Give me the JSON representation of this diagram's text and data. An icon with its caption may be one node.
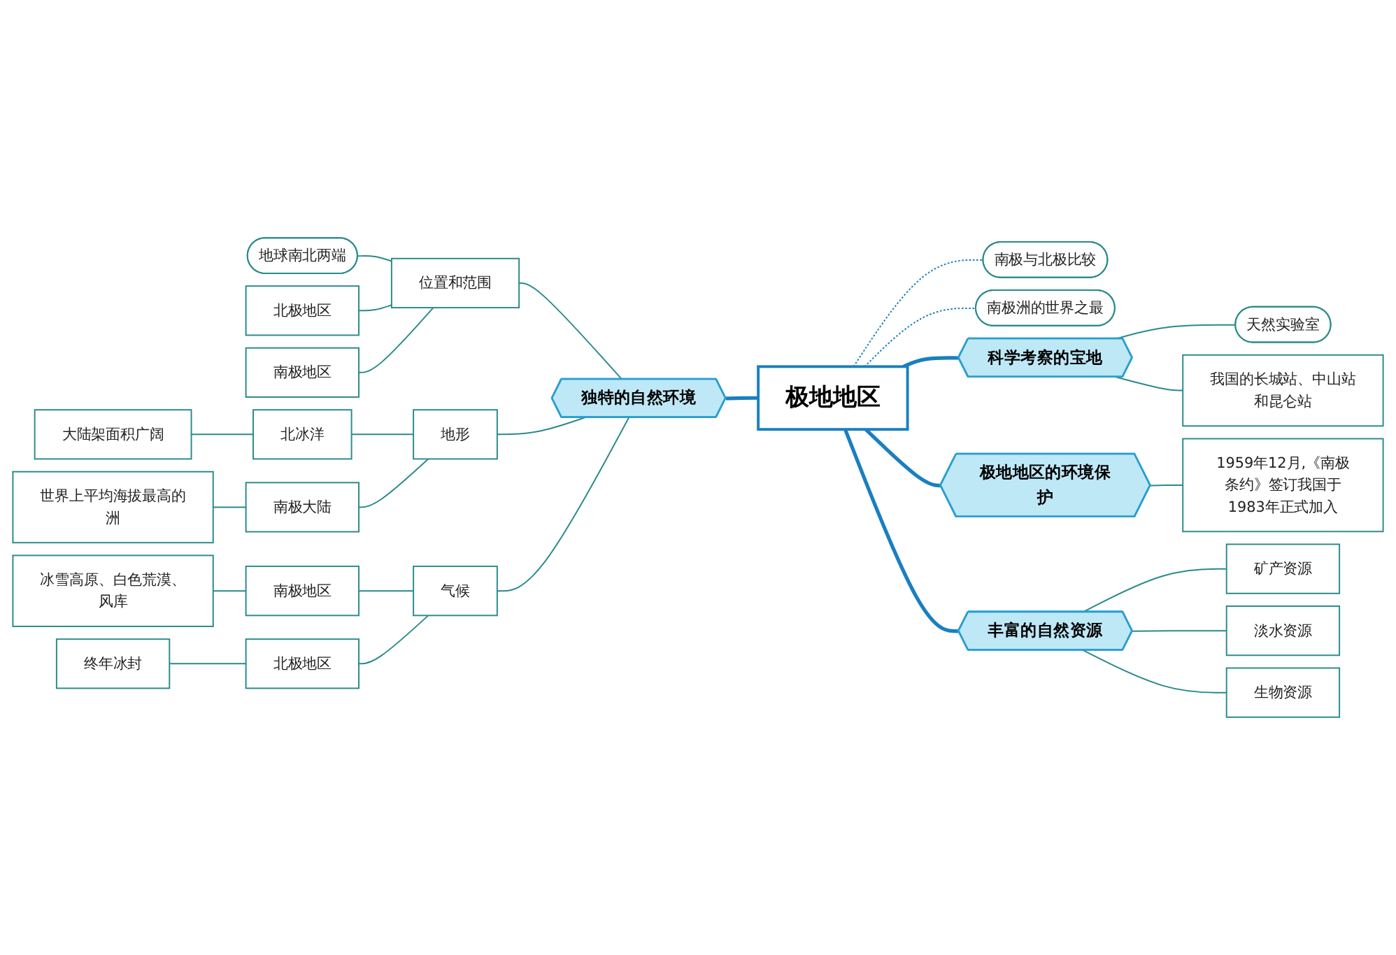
{
  "diagram": {
    "nodes": [
      {
        "text": [
          "极地地区"
        ]
      },
      {
        "text": [
          "独特的自然环境"
        ]
      },
      {
        "text": [
          "位置和范围"
        ]
      },
      {
        "text": [
          "地球南北两端"
        ]
      },
      {
        "text": [
          "北极地区"
        ]
      },
      {
        "text": [
          "南极地区"
        ]
      },
      {
        "text": [
          "地形"
        ]
      },
      {
        "text": [
          "北冰洋"
        ]
      },
      {
        "text": [
          "大陆架面积广阔"
        ]
      },
      {
        "text": [
          "南极大陆"
        ]
      },
      {
        "text": [
          "世界上平均海拔最高的洲"
        ]
      },
      {
        "text": [
          "气候"
        ]
      },
      {
        "text": [
          "南极地区"
        ]
      },
      {
        "text": [
          "冰雪高原、白色荒漠、风库"
        ]
      },
      {
        "text": [
          "北极地区"
        ]
      },
      {
        "text": [
          "终年冰封"
        ]
      },
      {
        "text": [
          "南极与北极比较"
        ]
      },
      {
        "text": [
          "南极洲的世界之最"
        ]
      },
      {
        "text": [
          "科学考察的宝地"
        ]
      },
      {
        "text": [
          "天然实验室"
        ]
      },
      {
        "text": [
          "我国的长城站、中山站和昆仑站"
        ]
      },
      {
        "text": [
          "极地地区的环境保护"
        ]
      },
      {
        "text": [
          "1959年12月,《南极条约》签订我国于1983年正式加入"
        ]
      },
      {
        "text": [
          "丰富的自然资源"
        ]
      },
      {
        "text": [
          "矿产资源"
        ]
      },
      {
        "text": [
          "淡水资源"
        ]
      },
      {
        "text": [
          "生物资源"
        ]
      }
    ],
    "edges": [
      {
        "from": 1,
        "to": 0,
        "arrow": "none",
        "style": "thick",
        "color": "#1a7fc0"
      },
      {
        "from": 2,
        "to": 1,
        "arrow": "none"
      },
      {
        "from": 6,
        "to": 1,
        "arrow": "none"
      },
      {
        "from": 11,
        "to": 1,
        "arrow": "none"
      },
      {
        "from": 3,
        "to": 2,
        "arrow": "none"
      },
      {
        "from": 4,
        "to": 2,
        "arrow": "none"
      },
      {
        "from": 5,
        "to": 2,
        "arrow": "none"
      },
      {
        "from": 7,
        "to": 6,
        "arrow": "none"
      },
      {
        "from": 9,
        "to": 6,
        "arrow": "none"
      },
      {
        "from": 8,
        "to": 7,
        "arrow": "none"
      },
      {
        "from": 10,
        "to": 9,
        "arrow": "none"
      },
      {
        "from": 12,
        "to": 11,
        "arrow": "none"
      },
      {
        "from": 14,
        "to": 11,
        "arrow": "none"
      },
      {
        "from": 13,
        "to": 12,
        "arrow": "none"
      },
      {
        "from": 15,
        "to": 14,
        "arrow": "none"
      },
      {
        "from": 0,
        "to": 16,
        "arrow": "none",
        "style": "dashed",
        "color": "#1a7fc0"
      },
      {
        "from": 0,
        "to": 17,
        "arrow": "none",
        "style": "dashed",
        "color": "#1a7fc0"
      },
      {
        "from": 0,
        "to": 18,
        "arrow": "none",
        "style": "thick",
        "color": "#1a7fc0"
      },
      {
        "from": 18,
        "to": 19,
        "arrow": "none"
      },
      {
        "from": 18,
        "to": 20,
        "arrow": "none"
      },
      {
        "from": 0,
        "to": 21,
        "arrow": "none",
        "style": "thick",
        "color": "#1a7fc0"
      },
      {
        "from": 21,
        "to": 22,
        "arrow": "none"
      },
      {
        "from": 0,
        "to": 23,
        "arrow": "none",
        "style": "thick",
        "color": "#1a7fc0"
      },
      {
        "from": 23,
        "to": 24,
        "arrow": "none"
      },
      {
        "from": 23,
        "to": 25,
        "arrow": "none"
      },
      {
        "from": 23,
        "to": 26,
        "arrow": "none"
      }
    ]
  }
}
